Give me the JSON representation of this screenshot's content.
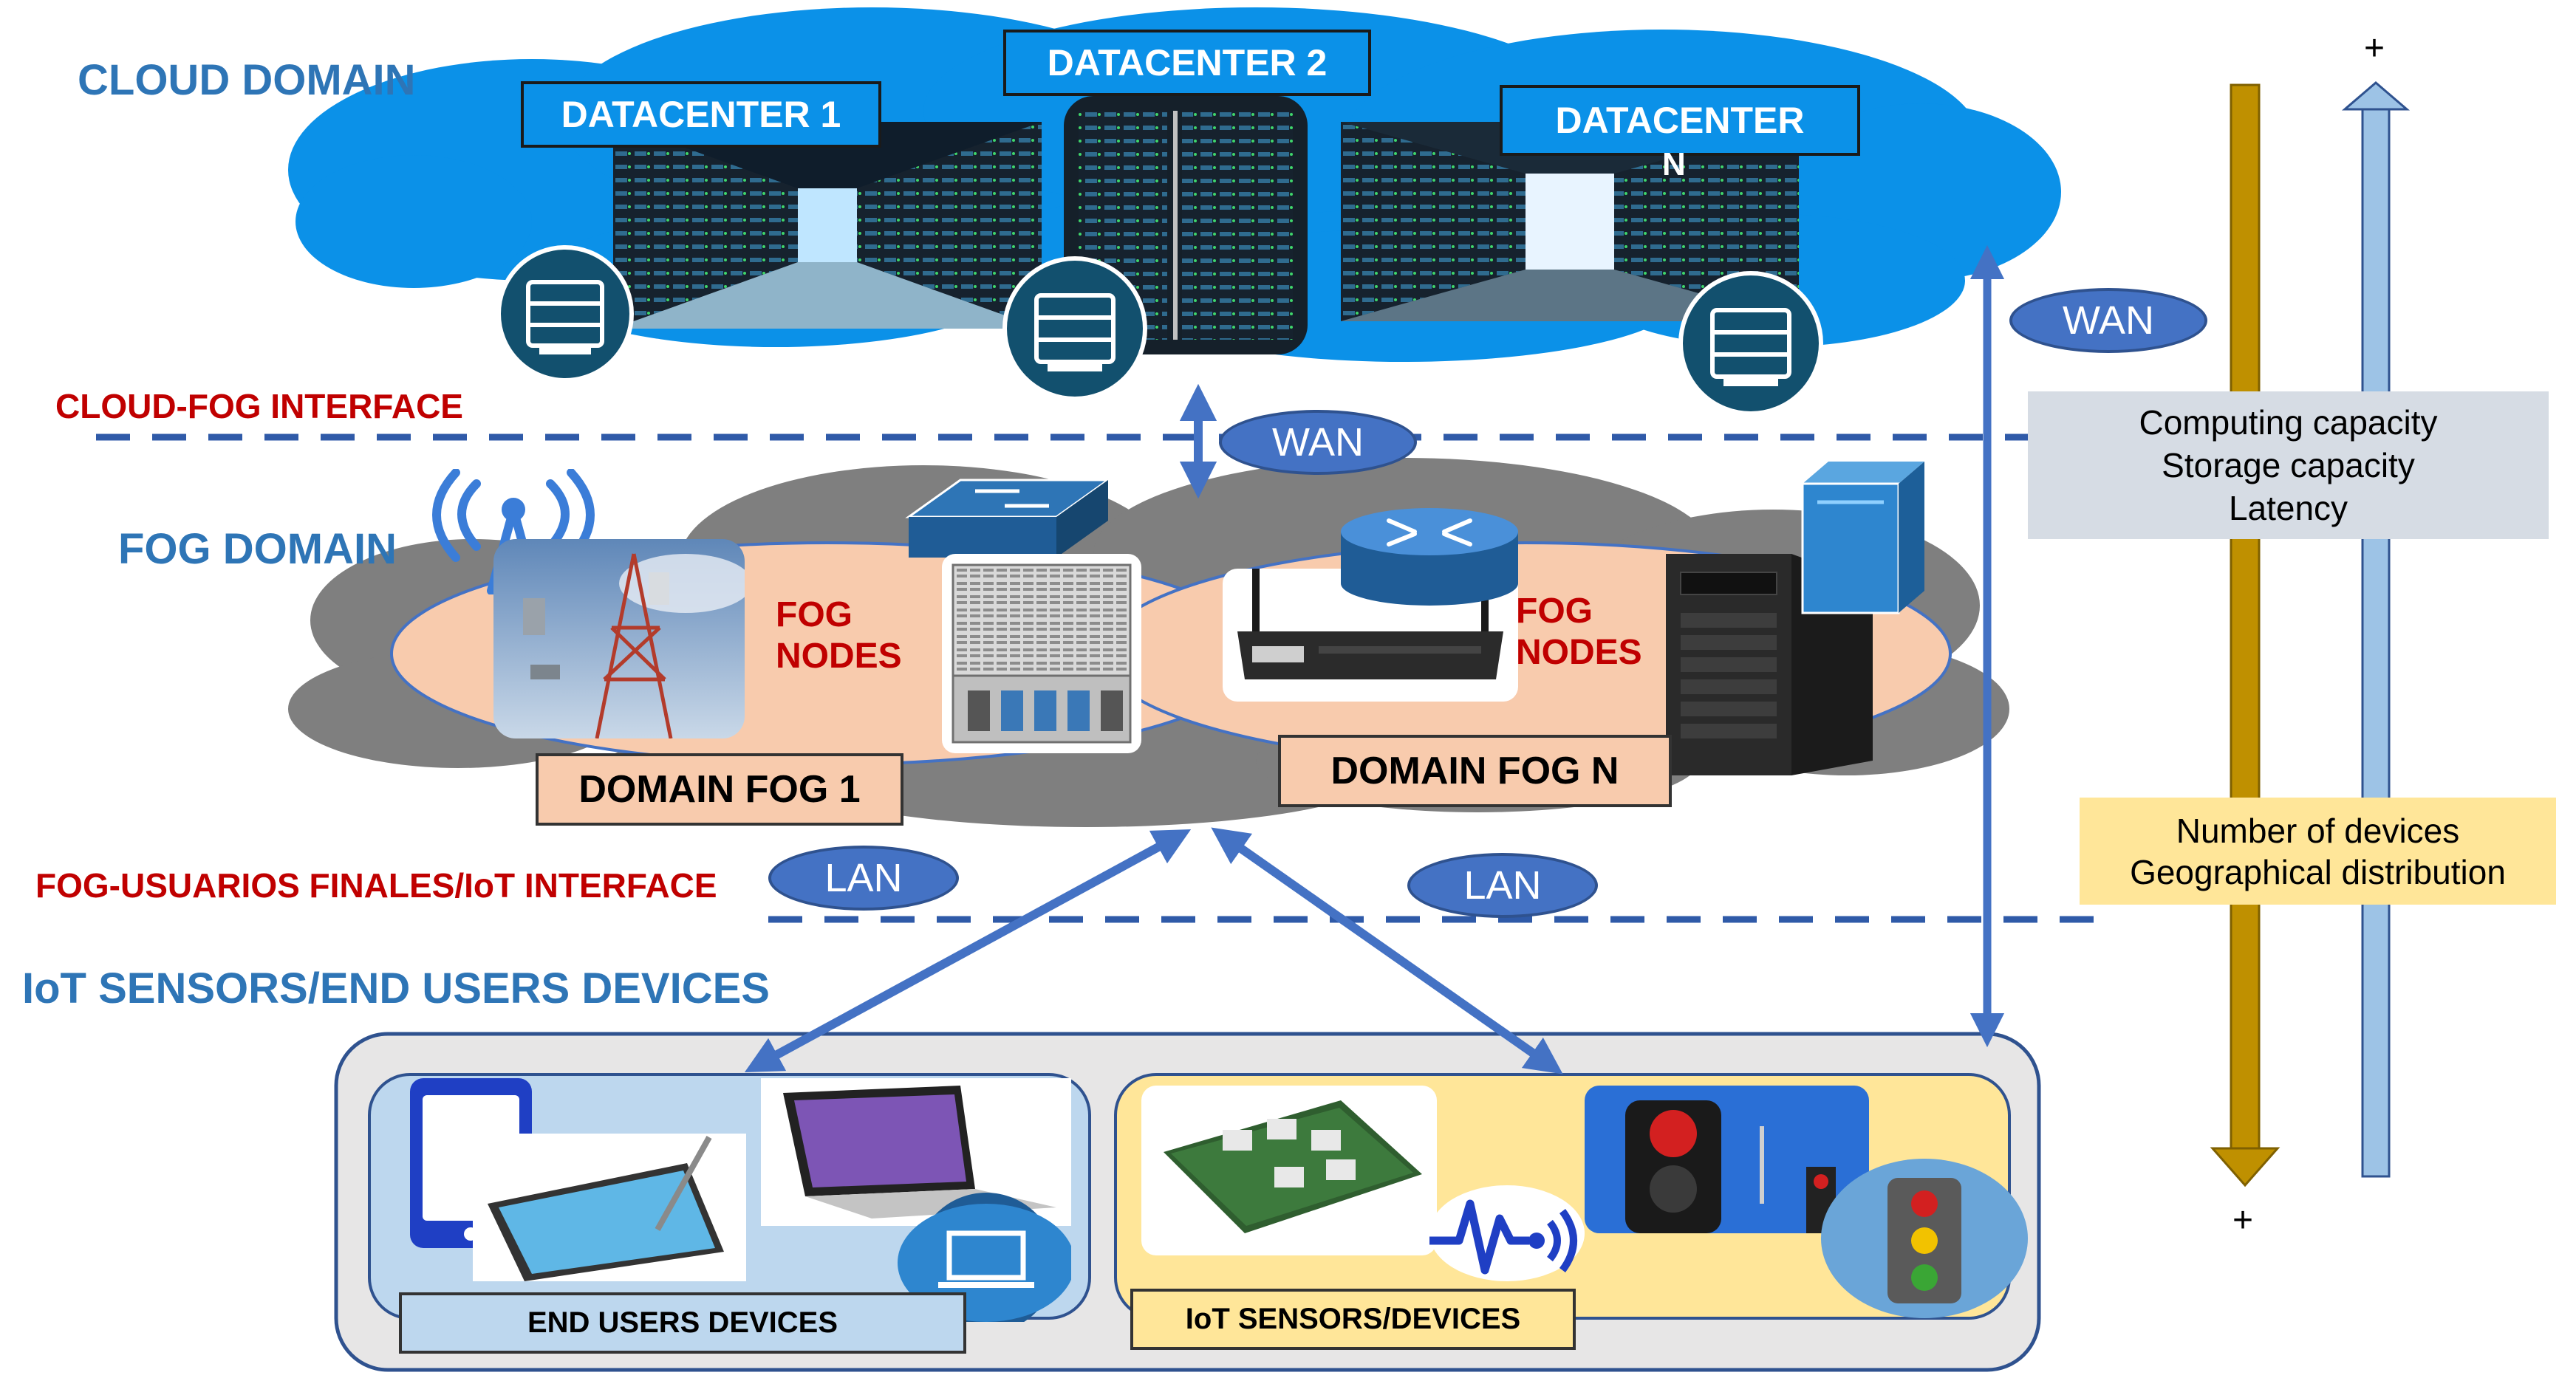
{
  "cloud": {
    "domain_label": "CLOUD DOMAIN",
    "datacenters": [
      "DATACENTER 1",
      "DATACENTER 2",
      "DATACENTER",
      "N"
    ]
  },
  "interfaces": {
    "cloud_fog": "CLOUD-FOG INTERFACE",
    "fog_iot": "FOG-USUARIOS FINALES/IoT INTERFACE"
  },
  "links": {
    "wan_right": "WAN",
    "wan_center": "WAN",
    "lan_left": "LAN",
    "lan_right": "LAN"
  },
  "fog": {
    "domain_label": "FOG DOMAIN",
    "nodes_label_1": [
      "FOG",
      "NODES"
    ],
    "nodes_label_2": [
      "FOG",
      "NODES"
    ],
    "domain_1": "DOMAIN FOG 1",
    "domain_n": "DOMAIN FOG N"
  },
  "iot": {
    "domain_label": "IoT SENSORS/END USERS DEVICES",
    "end_users": "END USERS DEVICES",
    "sensors": "IoT SENSORS/DEVICES"
  },
  "scale": {
    "top_plus": "+",
    "bottom_plus": "+",
    "capacity": [
      "Computing capacity",
      "Storage capacity",
      "Latency"
    ],
    "devices": [
      "Number of devices",
      "Geographical distribution"
    ]
  },
  "colors": {
    "cloud": "#0B91E8",
    "fog_cloud": "#7F7F7F",
    "fog_area": "#F8CBAD",
    "arrow_blue": "#4472C4",
    "dash": "#2F5AA8",
    "gold_arrow": "#BF9000",
    "light_arrow": "#9DC3E6",
    "label_blue": "#2E75B6",
    "label_red": "#C00000"
  },
  "icons": [
    "server-icon",
    "antenna-icon",
    "switch-icon",
    "router-icon",
    "laptop-icon",
    "traffic-light-icon",
    "sensor-signal-icon"
  ]
}
